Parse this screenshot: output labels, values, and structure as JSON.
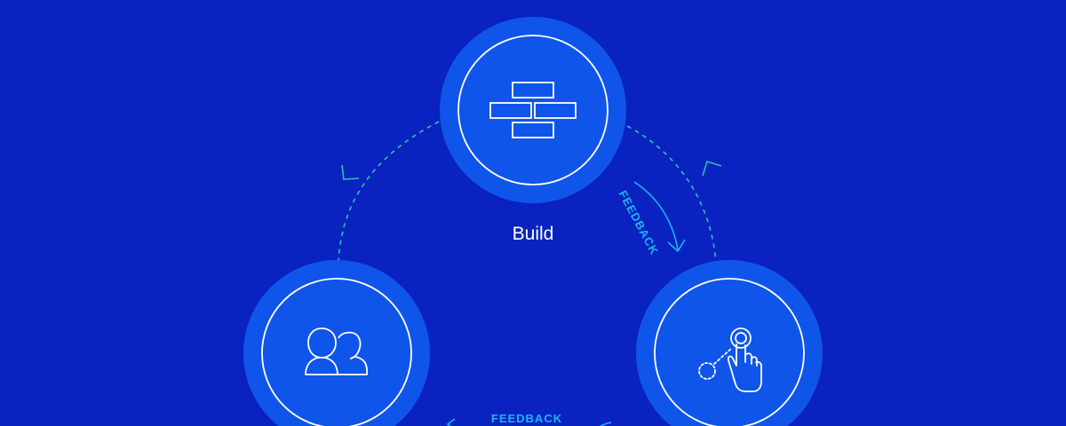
{
  "colors": {
    "background": "#0a22bf",
    "node_outer": "#1055ea",
    "node_ring": "#ffffff",
    "dashed_path": "#29c4ae",
    "feedback_text": "#19b6f2",
    "feedback_arrow": "#19b6f2"
  },
  "nodes": [
    {
      "id": "build",
      "label": "Build",
      "icon": "building-blocks-icon"
    },
    {
      "id": "users",
      "label": "",
      "icon": "users-icon"
    },
    {
      "id": "interact",
      "label": "",
      "icon": "tap-gesture-icon"
    }
  ],
  "feedback_labels": {
    "right": "FEEDBACK",
    "bottom": "FEEDBACK"
  }
}
